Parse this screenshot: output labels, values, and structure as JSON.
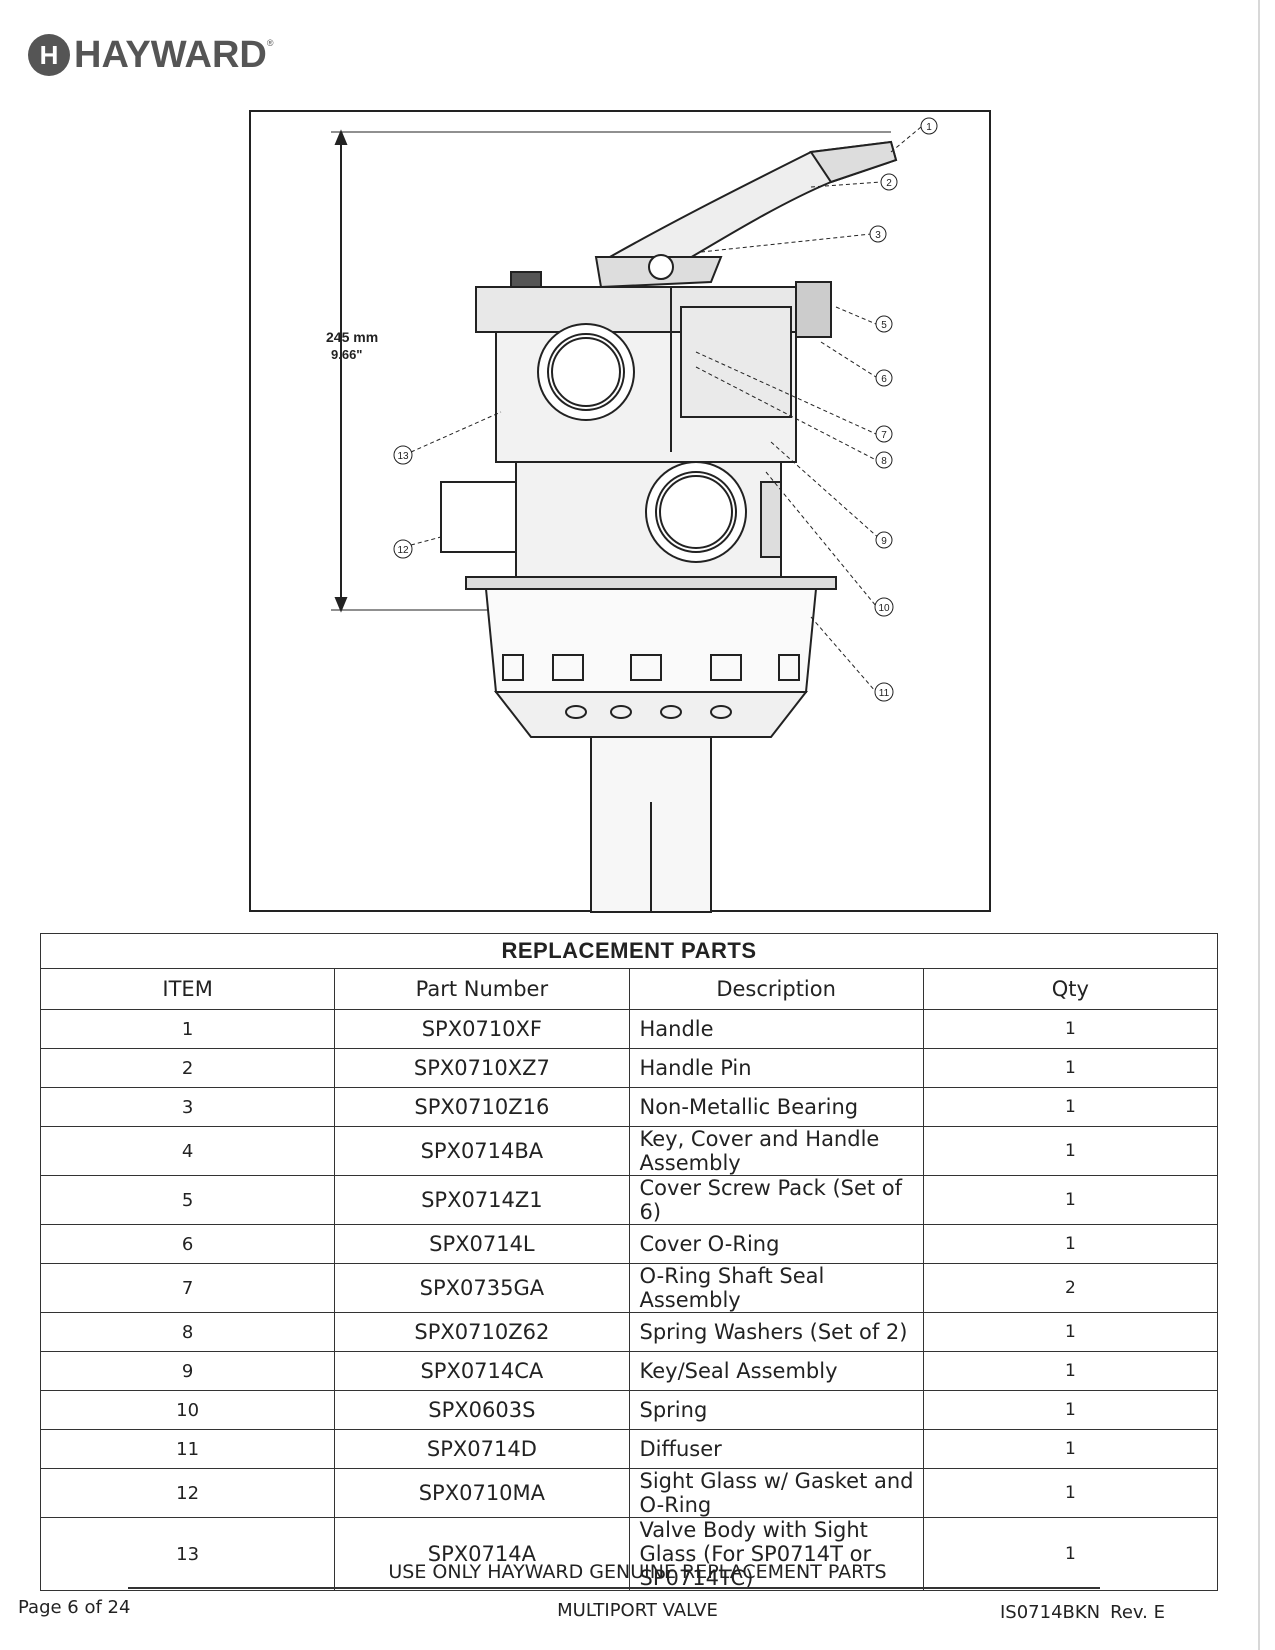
{
  "brand": {
    "logo_letter": "H",
    "name": "HAYWARD",
    "registered": "®"
  },
  "figure": {
    "dimension_mm": "245 mm",
    "dimension_in": "9.66\"",
    "callouts": [
      "1",
      "2",
      "3",
      "5",
      "6",
      "7",
      "8",
      "9",
      "10",
      "11",
      "12",
      "13"
    ]
  },
  "parts_table": {
    "title": "REPLACEMENT PARTS",
    "headers": {
      "item": "ITEM",
      "part": "Part Number",
      "desc": "Description",
      "qty": "Qty"
    },
    "rows": [
      {
        "item": "1",
        "part": "SPX0710XF",
        "desc": "Handle",
        "qty": "1"
      },
      {
        "item": "2",
        "part": "SPX0710XZ7",
        "desc": "Handle Pin",
        "qty": "1"
      },
      {
        "item": "3",
        "part": "SPX0710Z16",
        "desc": "Non-Metallic Bearing",
        "qty": "1"
      },
      {
        "item": "4",
        "part": "SPX0714BA",
        "desc": "Key, Cover and Handle Assembly",
        "qty": "1"
      },
      {
        "item": "5",
        "part": "SPX0714Z1",
        "desc": "Cover Screw Pack (Set of 6)",
        "qty": "1"
      },
      {
        "item": "6",
        "part": "SPX0714L",
        "desc": "Cover O-Ring",
        "qty": "1"
      },
      {
        "item": "7",
        "part": "SPX0735GA",
        "desc": "O-Ring Shaft Seal Assembly",
        "qty": "2"
      },
      {
        "item": "8",
        "part": "SPX0710Z62",
        "desc": "Spring Washers (Set of 2)",
        "qty": "1"
      },
      {
        "item": "9",
        "part": "SPX0714CA",
        "desc": "Key/Seal Assembly",
        "qty": "1"
      },
      {
        "item": "10",
        "part": "SPX0603S",
        "desc": "Spring",
        "qty": "1"
      },
      {
        "item": "11",
        "part": "SPX0714D",
        "desc": "Diffuser",
        "qty": "1"
      },
      {
        "item": "12",
        "part": "SPX0710MA",
        "desc": "Sight Glass w/ Gasket and O-Ring",
        "qty": "1"
      },
      {
        "item": "13",
        "part": "SPX0714A",
        "desc": "Valve Body with Sight Glass (For SP0714T or SP0714TC)",
        "qty": "1"
      }
    ]
  },
  "footer": {
    "note": "USE ONLY HAYWARD GENUINE REPLACEMENT PARTS",
    "page": "Page 6 of 24",
    "title": "MULTIPORT VALVE",
    "doc_id": "IS0714BKN",
    "revision": "Rev. E"
  }
}
